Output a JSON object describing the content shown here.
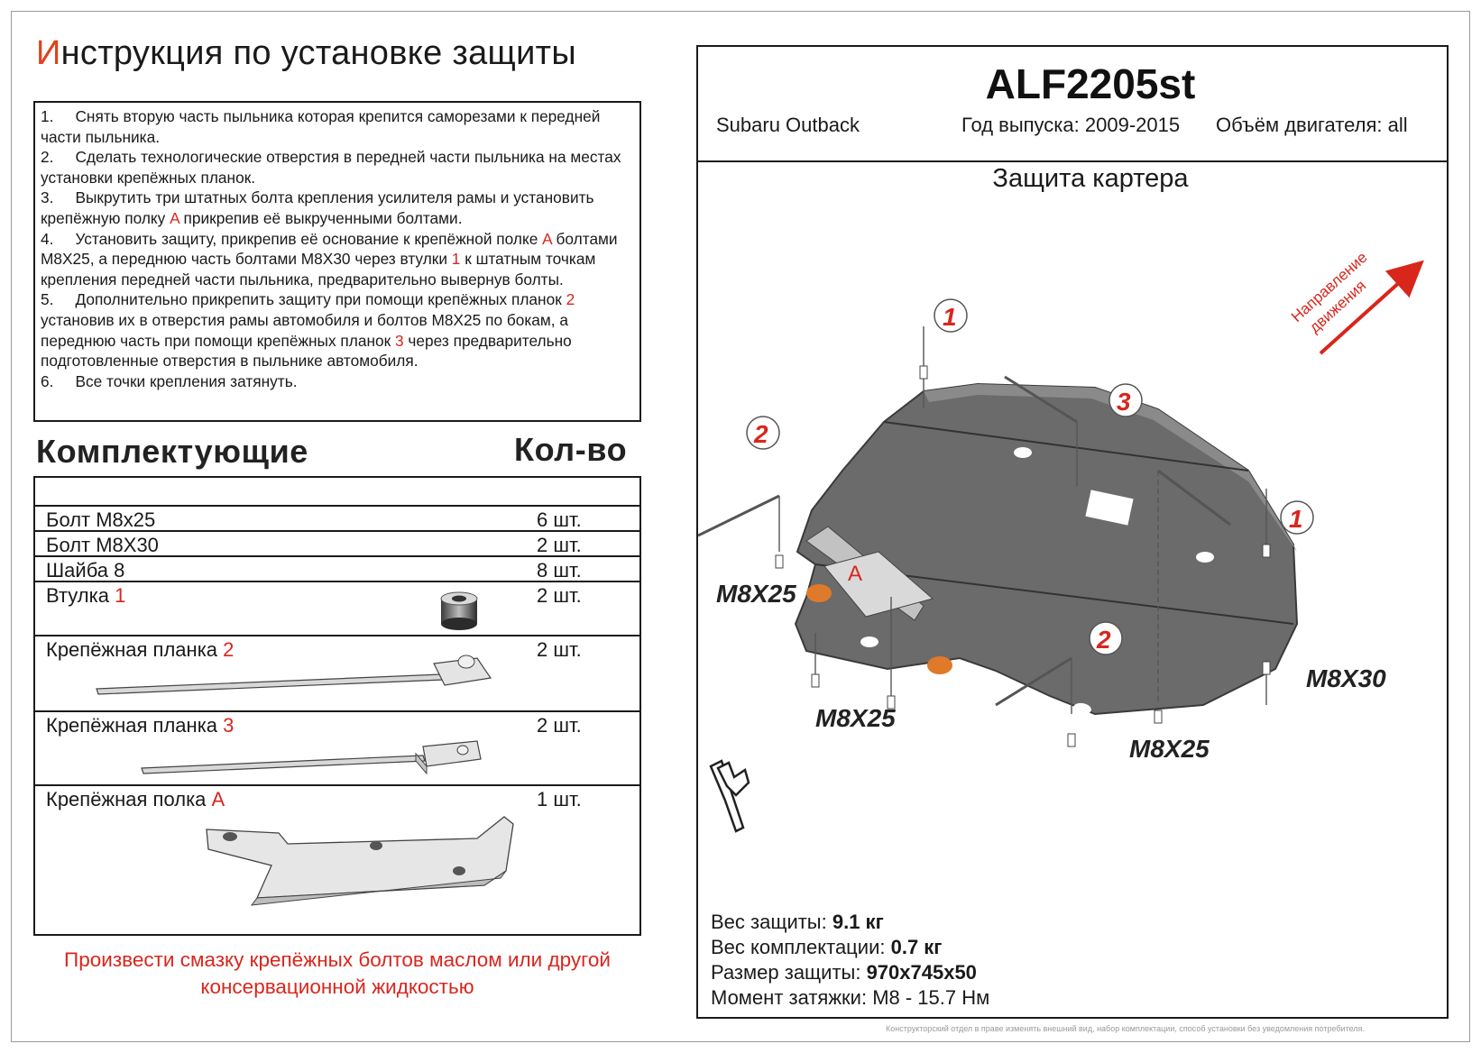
{
  "title": {
    "first_letter": "И",
    "rest": "нструкция по установке защиты"
  },
  "steps": [
    {
      "num": "1.",
      "parts": [
        {
          "t": "Снять вторую часть пыльника которая крепится саморезами к передней части пыльника."
        }
      ]
    },
    {
      "num": "2.",
      "parts": [
        {
          "t": "Сделать технологические отверстия в передней части пыльника на местах установки крепёжных планок."
        }
      ]
    },
    {
      "num": "3.",
      "parts": [
        {
          "t": "Выкрутить три штатных болта крепления усилителя рамы и установить крепёжную полку "
        },
        {
          "t": "A",
          "red": true
        },
        {
          "t": " прикрепив её выкрученными болтами."
        }
      ]
    },
    {
      "num": "4.",
      "parts": [
        {
          "t": "Установить защиту, прикрепив её основание к крепёжной полке "
        },
        {
          "t": "A",
          "red": true
        },
        {
          "t": " болтами M8X25, а переднюю часть болтами M8X30 через втулки "
        },
        {
          "t": "1",
          "red": true
        },
        {
          "t": " к штатным точкам крепления передней части пыльника, предварительно вывернув болты."
        }
      ]
    },
    {
      "num": "5.",
      "parts": [
        {
          "t": "Дополнительно прикрепить защиту при помощи крепёжных планок "
        },
        {
          "t": "2",
          "red": true
        },
        {
          "t": " установив их в отверстия рамы автомобиля и болтов M8X25 по бокам, а переднюю часть при помощи крепёжных планок "
        },
        {
          "t": "3",
          "red": true
        },
        {
          "t": " через предварительно подготовленные отверстия в пыльнике автомобиля."
        }
      ]
    },
    {
      "num": "6.",
      "parts": [
        {
          "t": "Все точки крепления затянуть."
        }
      ]
    }
  ],
  "kit": {
    "heading": "Комплектующие",
    "qty_heading": "Кол-во",
    "items": [
      {
        "name": "Болт М8х25",
        "suffix": "",
        "qty": "6 шт."
      },
      {
        "name": "Болт М8Х30",
        "suffix": "",
        "qty": "2 шт."
      },
      {
        "name": "Шайба 8",
        "suffix": "",
        "qty": "8 шт."
      },
      {
        "name": "Втулка ",
        "suffix": "1",
        "qty": "2 шт."
      },
      {
        "name": "Крепёжная планка ",
        "suffix": "2",
        "qty": "2 шт."
      },
      {
        "name": "Крепёжная планка ",
        "suffix": "3",
        "qty": "2 шт."
      },
      {
        "name": "Крепёжная полка ",
        "suffix": "A",
        "qty": "1 шт."
      }
    ]
  },
  "note": "Произвести смазку крепёжных болтов маслом или другой консервационной жидкостью",
  "product": {
    "code": "ALF2205st",
    "model": "Subaru Outback",
    "years": "Год выпуска: 2009-2015",
    "engine": "Объём двигателя: all",
    "subtitle": "Защита картера",
    "direction_line1": "Направление",
    "direction_line2": "движения"
  },
  "diagram": {
    "callouts": [
      "1",
      "2",
      "3",
      "1",
      "2"
    ],
    "part_label": "A",
    "bolt_labels": [
      "M8X25",
      "M8X25",
      "M8X25",
      "M8X30"
    ]
  },
  "specs": [
    {
      "label": "Вес защиты: ",
      "value": "9.1 кг"
    },
    {
      "label": "Вес комплектации: ",
      "value": "0.7 кг"
    },
    {
      "label": "Размер защиты: ",
      "value": "970х745х50"
    },
    {
      "label": "Момент затяжки:  М8 - 15.7 Нм",
      "value": ""
    }
  ],
  "disclaimer": "Конструкторский отдел в праве изменять внешний вид, набор комплектации, способ установки без уведомления потребителя.",
  "colors": {
    "accent_red": "#d8261d",
    "plate": "#6b6b6b"
  }
}
